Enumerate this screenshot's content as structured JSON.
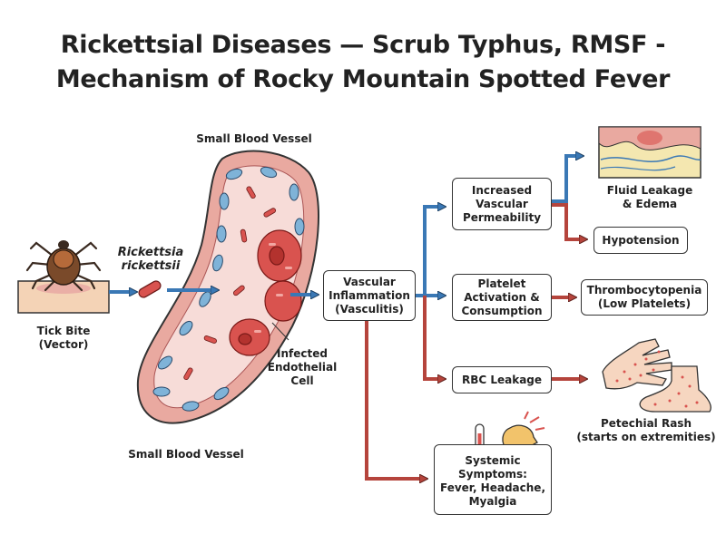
{
  "title": {
    "line1": "Rickettsial Diseases — Scrub Typhus, RMSF -",
    "line2": "Mechanism of Rocky Mountain Spotted Fever"
  },
  "labels": {
    "vessel_top": "Small Blood Vessel",
    "vessel_bottom": "Small Blood Vessel",
    "tick_bite_line1": "Tick Bite",
    "tick_bite_line2": "(Vector)",
    "bacterium_line1": "Rickettsia",
    "bacterium_line2": "rickettsii",
    "infected_line1": "Infected",
    "infected_line2": "Endothelial",
    "infected_line3": "Cell",
    "fluid_line1": "Fluid Leakage",
    "fluid_line2": "& Edema",
    "rash_line1": "Petechial Rash",
    "rash_line2": "(starts on extremities)"
  },
  "boxes": {
    "vasculitis": [
      "Vascular",
      "Inflammation",
      "(Vasculitis)"
    ],
    "permeability": [
      "Increased",
      "Vascular",
      "Permeability"
    ],
    "platelet": [
      "Platelet",
      "Activation &",
      "Consumption"
    ],
    "rbc": [
      "RBC Leakage"
    ],
    "hypotension": [
      "Hypotension"
    ],
    "thrombocytopenia": [
      "Thrombocytopenia",
      "(Low Platelets)"
    ],
    "systemic": [
      "Systemic Symptoms:",
      "Fever, Headache,",
      "Myalgia"
    ]
  },
  "colors": {
    "blue_arrow": "#3a78b5",
    "red_arrow": "#b5443c",
    "vessel_wall": "#e9a9a0",
    "vessel_lumen": "#f7dcd8",
    "rbc": "#d9534f",
    "endothelial": "#7fb3d8"
  },
  "icons": [
    "tick-icon",
    "bacterium-icon",
    "thermometer-icon",
    "headache-icon",
    "hand-rash-icon",
    "foot-rash-icon",
    "tissue-edema-icon"
  ]
}
